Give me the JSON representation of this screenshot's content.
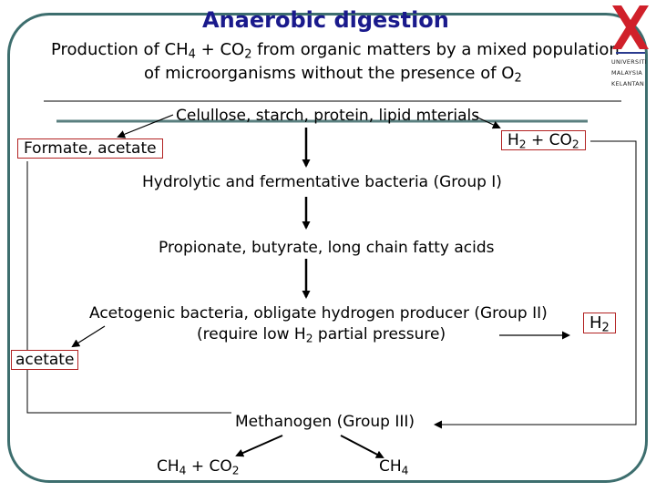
{
  "title": "Anaerobic digestion",
  "intro": {
    "line1_prefix": "Production of CH",
    "line1_sub1": "4",
    "line1_mid": " + CO",
    "line1_sub2": "2",
    "line1_suffix": " from organic matters by a mixed population",
    "line2_prefix": "of microorganisms without the presence of  O",
    "line2_sub": "2"
  },
  "nodes": {
    "substrates": "Celullose, starch, protein, lipid mterials",
    "formate_acetate": "Formate, acetate",
    "h2_co2": {
      "a": "H",
      "a_sub": "2",
      "b": " + CO",
      "b_sub": "2"
    },
    "group1": "Hydrolytic and fermentative bacteria  (Group I)",
    "products": "Propionate, butyrate, long chain fatty acids",
    "group2_line1": "Acetogenic bacteria, obligate  hydrogen producer (Group II)",
    "group2_line2_prefix": "(require  low H",
    "group2_line2_sub": "2",
    "group2_line2_suffix": " partial pressure)",
    "h2": {
      "a": "H",
      "a_sub": "2"
    },
    "acetate": "acetate",
    "group3": "Methanogen (Group III)",
    "out1": {
      "a": "CH",
      "a_sub": "4",
      "b": " + CO",
      "b_sub": "2"
    },
    "out2": {
      "a": "CH",
      "a_sub": "4"
    }
  },
  "logo": {
    "line1": "UNIVERSITI",
    "line2": "MALAYSIA",
    "line3": "KELANTAN",
    "icon": "university-crest-icon"
  },
  "colors": {
    "title": "#1a1a8c",
    "frame": "#3d6e6e",
    "box_border": "#b22222",
    "logo_red": "#d0202a",
    "logo_blue": "#2a3b8f"
  }
}
